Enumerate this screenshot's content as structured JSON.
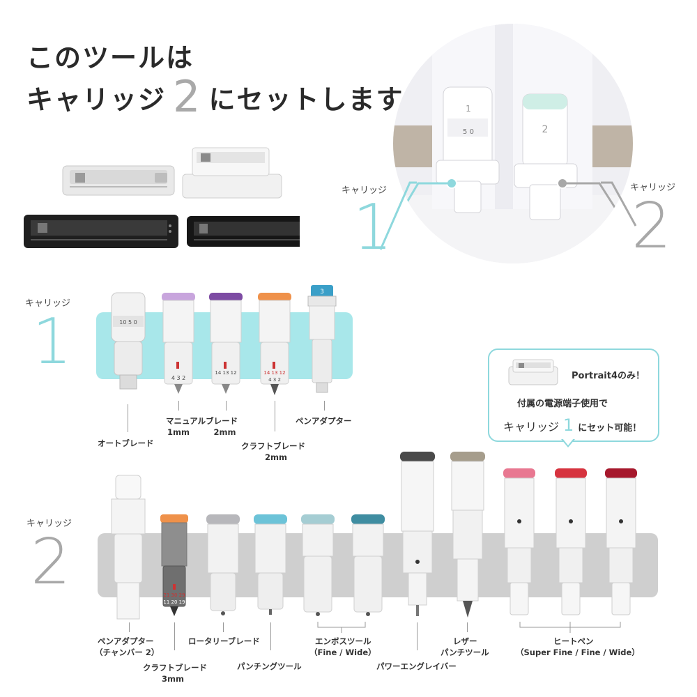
{
  "headline": {
    "line1": "このツールは",
    "line2_pre": "キャリッジ",
    "line2_num": "2",
    "line2_post": "にセットします。"
  },
  "photo": {
    "carriage1_label": "キャリッジ",
    "carriage1_num": "1",
    "carriage2_label": "キャリッジ",
    "carriage2_num": "2",
    "holder1_mark": "1",
    "holder2_mark": "2",
    "dial_digits": "5  0"
  },
  "section1": {
    "label": "キャリッジ",
    "num": "1",
    "tools": {
      "auto_blade": "オートブレード",
      "manual_blade_1": "マニュアルブレード",
      "manual_blade_2": "1mm　　　2mm",
      "craft_blade_1": "クラフトブレード",
      "craft_blade_2": "2mm",
      "pen_adapter": "ペンアダプター"
    },
    "dial_manual": "4 3 2",
    "dial_craft": "14 13 12",
    "dial_craft_2": "4 3 2",
    "dial_auto": "10 5 0",
    "pen_mark": "3"
  },
  "callout": {
    "model": "Portrait4のみ！",
    "line2": "付属の電源端子使用で",
    "line3_pre": "キャリッジ",
    "line3_num": "1",
    "line3_post": "にセット可能！"
  },
  "section2": {
    "label": "キャリッジ",
    "num": "2",
    "tools": {
      "pen_adapter_ch_1": "ペンアダプター",
      "pen_adapter_ch_2": "（チャンバー 2）",
      "craft_blade_3_1": "クラフトブレード",
      "craft_blade_3_2": "3mm",
      "rotary_blade": "ロータリーブレード",
      "punching_tool": "パンチングツール",
      "emboss_1": "エンボスツール",
      "emboss_2": "（Fine / Wide）",
      "power_engraver": "パワーエングレイバー",
      "laser_punch_1": "レザー",
      "laser_punch_2": "パンチツール",
      "heat_pen_1": "ヒートペン",
      "heat_pen_2": "（Super Fine / Fine / Wide）"
    },
    "craft3_dial_top": "21 30 29",
    "craft3_dial_bot": "11 20 19"
  },
  "colors": {
    "carriage1_accent": "#8ed8dd",
    "carriage2_accent": "#a8a8a8",
    "band1": "#a8e7ea",
    "band2": "#cfcfcf"
  }
}
